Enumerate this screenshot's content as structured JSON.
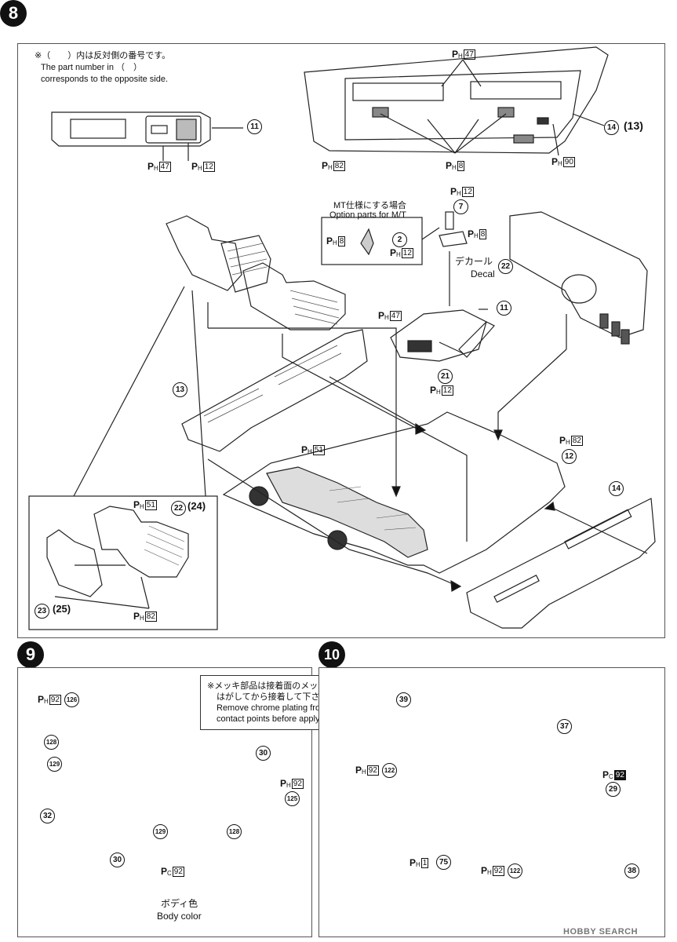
{
  "steps": {
    "s8": "8",
    "s9": "9",
    "s10": "10"
  },
  "step8": {
    "note_jp": "※（　　）内は反対側の番号です。",
    "note_en1": "The part number in （　）",
    "note_en2": "corresponds to the opposite side.",
    "mt_box": {
      "jp": "MT仕様にする場合",
      "en": "Option parts for M/T"
    },
    "decal_jp": "デカール",
    "decal_en": "Decal",
    "parts": {
      "p11a": "11",
      "p14": "14",
      "p13paren": "(13)",
      "p7": "7",
      "p2": "2",
      "p22": "22",
      "p11b": "11",
      "p21": "21",
      "p13": "13",
      "p12": "12",
      "p14b": "14",
      "p22b": "22",
      "p24paren": "(24)",
      "p23": "23",
      "p25paren": "(25)"
    },
    "paints": {
      "ph47a": "47",
      "ph12a": "12",
      "ph47b": "47",
      "ph82a": "82",
      "ph8a": "8",
      "ph90": "90",
      "ph12b": "12",
      "ph8b": "8",
      "ph8c": "8",
      "ph12c": "12",
      "ph47c": "47",
      "ph12d": "12",
      "ph82b": "82",
      "ph51a": "51",
      "ph51b": "51",
      "ph82c": "82"
    }
  },
  "step9": {
    "note_jp1": "※メッキ部品は接着面のメッキを",
    "note_jp2": "はがしてから接着して下さい。",
    "note_en1": "Remove chrome plating from the",
    "note_en2": "contact points before applying cement.",
    "body_color_jp": "ボディ色",
    "body_color_en": "Body color",
    "parts": {
      "p126": "126",
      "p128a": "128",
      "p129a": "129",
      "p32": "32",
      "p30": "30",
      "p125": "125",
      "p129b": "129",
      "p128b": "128",
      "p30b": "30"
    },
    "paints": {
      "ph92a": "92",
      "ph92b": "92",
      "pc92": "92"
    }
  },
  "step10": {
    "parts": {
      "p39": "39",
      "p37": "37",
      "p122a": "122",
      "p29": "29",
      "p75": "75",
      "p122b": "122",
      "p38": "38"
    },
    "paints": {
      "ph92a": "92",
      "pc92": "92",
      "ph1": "1",
      "ph92b": "92"
    }
  },
  "labels": {
    "P": "P",
    "H": "H",
    "C": "C"
  },
  "watermark": "HOBBY SEARCH"
}
